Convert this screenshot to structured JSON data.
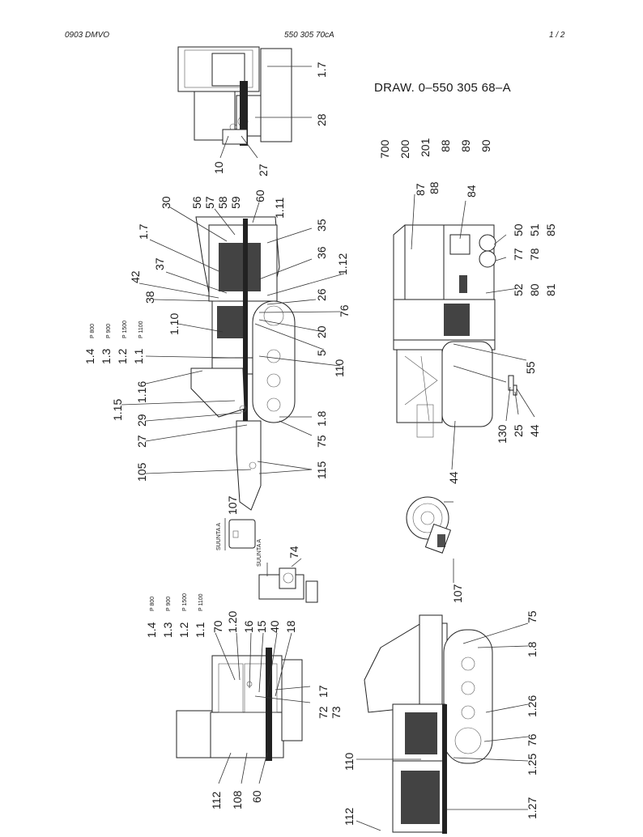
{
  "header": {
    "left": "0903 DMVO",
    "center": "550 305 70cA",
    "right": "1 /  2"
  },
  "drawing_title": "DRAW. 0–550 305 68–A",
  "labels": {
    "v1_7": "1.7",
    "v28": "28",
    "v10": "10",
    "v27a": "27",
    "t700": "700",
    "t200": "200",
    "t201": "201",
    "t88": "88",
    "t89": "89",
    "t90": "90",
    "s30": "30",
    "s56": "56",
    "s57": "57",
    "s58": "58",
    "s59": "59",
    "s60": "60",
    "s1_11": "1.11",
    "s1_7": "1.7",
    "s35": "35",
    "s37": "37",
    "s36": "36",
    "s42": "42",
    "s1_12": "1.12",
    "s38": "38",
    "s26": "26",
    "s1_10": "1.10",
    "s76": "76",
    "s20": "20",
    "s5": "5",
    "s1_4": "1.4",
    "s1_3": "1.3",
    "s1_2": "1.2",
    "s1_1": "1.1",
    "sp800": "P 800",
    "sp900": "P 900",
    "sp1500": "P 1500",
    "sp1100": "P 1100",
    "s110": "110",
    "s1_16": "1.16",
    "s1_15": "1.15",
    "s29": "29",
    "s27": "27",
    "s1_8": "1.8",
    "s75": "75",
    "s105": "105",
    "s115": "115",
    "s107a": "107",
    "suunta_a": "SUUNTA A",
    "suunta_a2": "SUUNTA A",
    "t87": "87",
    "t88b": "88",
    "t84": "84",
    "t50": "50",
    "t51": "51",
    "t85": "85",
    "t77": "77",
    "t78": "78",
    "t52": "52",
    "t80": "80",
    "t81": "81",
    "t55": "55",
    "t130": "130",
    "t25": "25",
    "t44a": "44",
    "t44b": "44",
    "b1_4": "1.4",
    "b1_3": "1.3",
    "b1_2": "1.2",
    "b1_1": "1.1",
    "bp800": "P 800",
    "bp900": "P 900",
    "bp1500": "P 1500",
    "bp1100": "P 1100",
    "b70": "70",
    "b1_20": "1.20",
    "b16": "16",
    "b15": "15",
    "b40": "40",
    "b18": "18",
    "b17": "17",
    "b72": "72",
    "b73": "73",
    "b74": "74",
    "b107": "107",
    "b112": "112",
    "b108": "108",
    "b60": "60",
    "r75": "75",
    "r1_8": "1.8",
    "r1_26": "1.26",
    "r76": "76",
    "r1_25": "1.25",
    "r110": "110",
    "r1_27": "1.27",
    "r112": "112"
  }
}
